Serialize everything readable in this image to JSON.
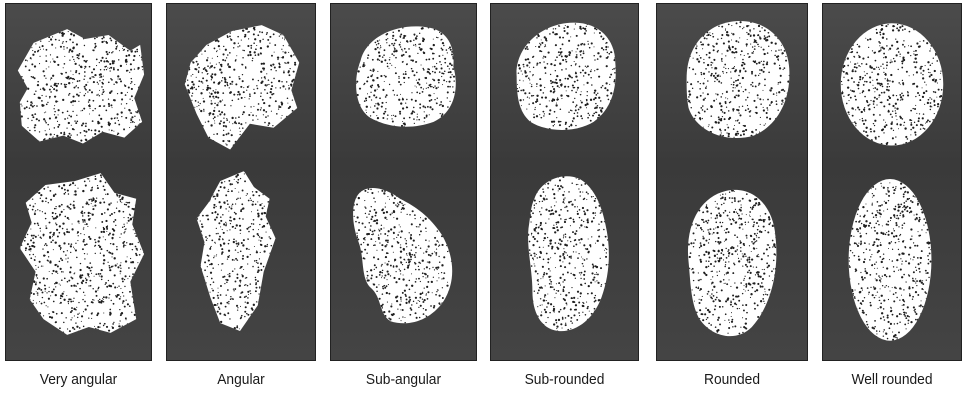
{
  "figure": {
    "categories": [
      {
        "label": "Very angular"
      },
      {
        "label": "Angular"
      },
      {
        "label": "Sub-angular"
      },
      {
        "label": "Sub-rounded"
      },
      {
        "label": "Rounded"
      },
      {
        "label": "Well rounded"
      }
    ]
  },
  "colors": {
    "panel_background": "#3f3f3f",
    "grain_fill": "#ffffff",
    "stipple": "#1e1e1e",
    "caption_text": "#1a1a1a"
  }
}
